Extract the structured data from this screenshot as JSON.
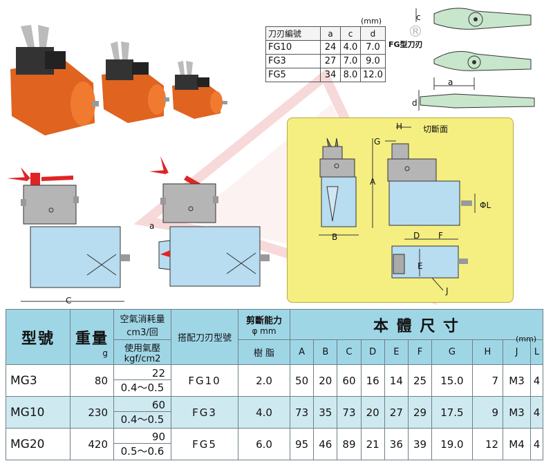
{
  "blade_table": {
    "unit": "(mm)",
    "headers": [
      "刀刃編號",
      "a",
      "c",
      "d"
    ],
    "rows": [
      [
        "FG10",
        "24",
        "4.0",
        "7.0"
      ],
      [
        "FG3",
        "27",
        "7.0",
        "9.0"
      ],
      [
        "FG5",
        "34",
        "8.0",
        "12.0"
      ]
    ]
  },
  "fg_blade_label": "FG型刀刃",
  "registered_mark": "®",
  "drawing_labels": {
    "c": "c",
    "a": "a",
    "d": "d",
    "H": "H",
    "G": "G",
    "A": "A",
    "B": "B",
    "D": "D",
    "F": "F",
    "E": "E",
    "J": "J",
    "L": "ΦL",
    "cut_surface": "切斷面",
    "dim_a": "a",
    "dim_c": "C"
  },
  "main_table": {
    "model_header": "型號",
    "weight_header": "重量",
    "weight_unit": "g",
    "air_consumption_header": "空氣消耗量",
    "air_consumption_unit": "cm3/回",
    "pressure_header": "使用氣壓",
    "pressure_unit": "kgf/cm2",
    "blade_header": "搭配刀刃型號",
    "cut_capacity_header": "剪斷能力",
    "cut_capacity_unit": "φ mm",
    "resin_header": "樹  脂",
    "body_header": "本 體 尺 寸",
    "body_unit": "(mm)",
    "dim_columns": [
      "A",
      "B",
      "C",
      "D",
      "E",
      "F",
      "G",
      "H",
      "J",
      "L"
    ],
    "rows": [
      {
        "model": "MG3",
        "weight": "80",
        "air": "22",
        "pressure": "0.4～0.5",
        "blade": "FG10",
        "resin": "2.0",
        "dims": [
          "50",
          "20",
          "60",
          "16",
          "14",
          "25",
          "15.0",
          "7",
          "M3",
          "4"
        ]
      },
      {
        "model": "MG10",
        "weight": "230",
        "air": "60",
        "pressure": "0.4～0.5",
        "blade": "FG3",
        "resin": "4.0",
        "dims": [
          "73",
          "35",
          "73",
          "20",
          "27",
          "29",
          "17.5",
          "9",
          "M3",
          "4"
        ]
      },
      {
        "model": "MG20",
        "weight": "420",
        "air": "90",
        "pressure": "0.5～0.6",
        "blade": "FG5",
        "resin": "6.0",
        "dims": [
          "95",
          "46",
          "89",
          "21",
          "36",
          "39",
          "19.0",
          "12",
          "M4",
          "4"
        ]
      }
    ]
  },
  "colors": {
    "header_blue": "#9fd6e6",
    "row_blue": "#cfe9f1",
    "body_blue": "#b8dcf0",
    "yellow_panel": "#f5ef82",
    "blade_green": "#c7e6cc",
    "orange_body": "#e0651f",
    "arrow_red": "#e02424",
    "head_gray": "#b5b5b5"
  }
}
